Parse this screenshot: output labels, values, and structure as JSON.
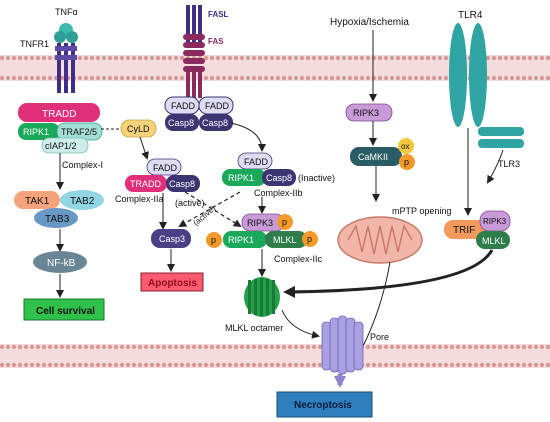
{
  "labels": {
    "tnfa": "TNFα",
    "tnfr1": "TNFR1",
    "fasl": "FASL",
    "fas": "FAS",
    "hypoxia": "Hypoxia/Ischemia",
    "tlr4": "TLR4",
    "tlr3": "TLR3",
    "tradd": "TRADD",
    "ripk1": "RIPK1",
    "traf25": "TRAF2/5",
    "ciap12": "cIAP1/2",
    "complex_i": "Complex-I",
    "cyld": "CyLD",
    "fadd": "FADD",
    "casp8": "Casp8",
    "complex_iia": "Complex-IIa",
    "complex_iib": "Complex-IIb",
    "complex_iic": "Complex-IIc",
    "inactive": "(Inactive)",
    "active": "(active)",
    "tak1": "TAK1",
    "tab2": "TAB2",
    "tab3": "TAB3",
    "nfkb": "NF-kB",
    "cell_survival": "Cell survival",
    "casp3": "Casp3",
    "apoptosis": "Apoptosis",
    "ripk3": "RIPK3",
    "mlkl": "MLKL",
    "p": "p",
    "ox": "ox",
    "camkii": "CaMKII",
    "mptp": "mPTP opening",
    "trif": "TRIF",
    "mlkl_octamer": "MLKL octamer",
    "pore": "Pore",
    "necroptosis": "Necroptosis"
  },
  "colors": {
    "membrane": "#e8c0c0",
    "membrane_dot": "#d49a9a",
    "tnf": "#3dbab0",
    "tnfr1": "#3f2f86",
    "fas": "#8a2a5e",
    "tradd": "#e0307a",
    "ripk1": "#1aa85a",
    "traf": "#a4dfd6",
    "ciap": "#cdeee8",
    "cyld": "#f6d27a",
    "fadd": "#dcdcf4",
    "casp8": "#3b3572",
    "tak1": "#f4a37c",
    "tab": "#92d6e4",
    "tab3": "#6a98c4",
    "nfkb": "#6a8596",
    "green_box": "#2fc14a",
    "casp3": "#4b3f86",
    "apoptosis": "#ff5a6e",
    "ripk3": "#c89ad8",
    "mlkl": "#2e7d4a",
    "p": "#f39a2a",
    "ox": "#f2c93b",
    "camkii": "#2a5c66",
    "mito": "#f2b6a8",
    "trif": "#f3995c",
    "tlr4": "#2fa4a2",
    "octamer": "#22a14a",
    "pore": "#a8a0e0",
    "necroptosis": "#2f7fbe",
    "arrow": "#222222"
  }
}
